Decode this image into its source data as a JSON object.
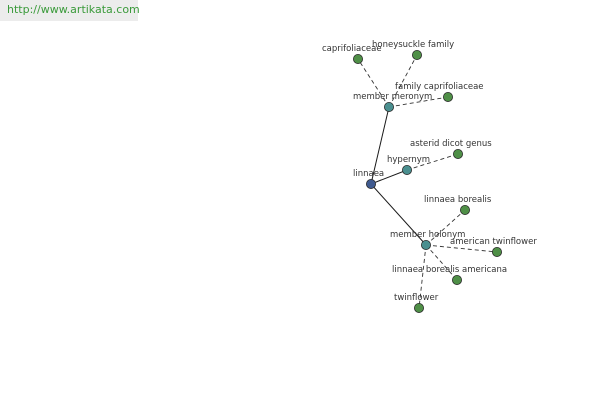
{
  "header": {
    "url": "http://www.artikata.com"
  },
  "colors": {
    "root_node": "#3f5a8f",
    "relation_node": "#4a8f8f",
    "leaf_node": "#4f8f47",
    "solid_edge": "#1a1a1a",
    "dashed_edge": "#333333"
  },
  "graph": {
    "root": "linnaea",
    "nodes": [
      {
        "id": "linnaea",
        "label": "linnaea",
        "kind": "root"
      },
      {
        "id": "member-meronym",
        "label": "member meronym",
        "kind": "relation"
      },
      {
        "id": "hypernym",
        "label": "hypernym",
        "kind": "relation"
      },
      {
        "id": "member-holonym",
        "label": "member holonym",
        "kind": "relation"
      },
      {
        "id": "caprifoliaceae",
        "label": "caprifoliaceae",
        "kind": "leaf"
      },
      {
        "id": "honeysuckle-family",
        "label": "honeysuckle family",
        "kind": "leaf"
      },
      {
        "id": "family-caprifoliaceae",
        "label": "family caprifoliaceae",
        "kind": "leaf"
      },
      {
        "id": "asterid-dicot-genus",
        "label": "asterid dicot genus",
        "kind": "leaf"
      },
      {
        "id": "linnaea-borealis",
        "label": "linnaea borealis",
        "kind": "leaf"
      },
      {
        "id": "american-twinflower",
        "label": "american twinflower",
        "kind": "leaf"
      },
      {
        "id": "linnaea-borealis-americana",
        "label": "linnaea borealis americana",
        "kind": "leaf"
      },
      {
        "id": "twinflower",
        "label": "twinflower",
        "kind": "leaf"
      }
    ],
    "edges": [
      {
        "from": "linnaea",
        "to": "member-meronym",
        "style": "solid"
      },
      {
        "from": "linnaea",
        "to": "hypernym",
        "style": "solid"
      },
      {
        "from": "linnaea",
        "to": "member-holonym",
        "style": "solid"
      },
      {
        "from": "member-meronym",
        "to": "caprifoliaceae",
        "style": "dashed"
      },
      {
        "from": "member-meronym",
        "to": "honeysuckle-family",
        "style": "dashed"
      },
      {
        "from": "member-meronym",
        "to": "family-caprifoliaceae",
        "style": "dashed"
      },
      {
        "from": "hypernym",
        "to": "asterid-dicot-genus",
        "style": "dashed"
      },
      {
        "from": "member-holonym",
        "to": "linnaea-borealis",
        "style": "dashed"
      },
      {
        "from": "member-holonym",
        "to": "american-twinflower",
        "style": "dashed"
      },
      {
        "from": "member-holonym",
        "to": "linnaea-borealis-americana",
        "style": "dashed"
      },
      {
        "from": "member-holonym",
        "to": "twinflower",
        "style": "dashed"
      }
    ]
  }
}
